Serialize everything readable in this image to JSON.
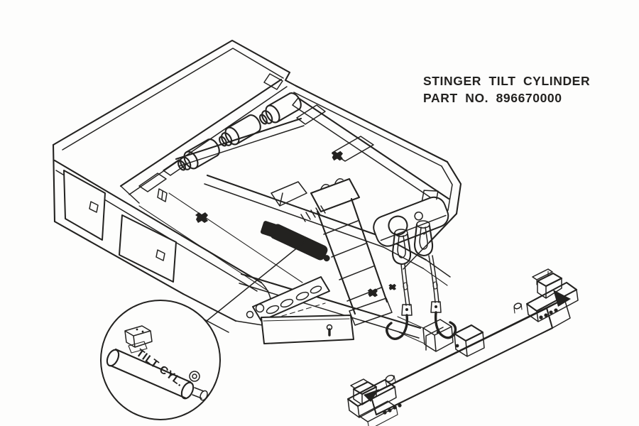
{
  "figure": {
    "label": {
      "line1": "STINGER TILT CYLINDER",
      "line2": "PART NO. 896670000"
    },
    "callout": {
      "label": "TILT CYL."
    },
    "colors": {
      "ink": "#232220",
      "paper": "#fdfdfc"
    }
  }
}
